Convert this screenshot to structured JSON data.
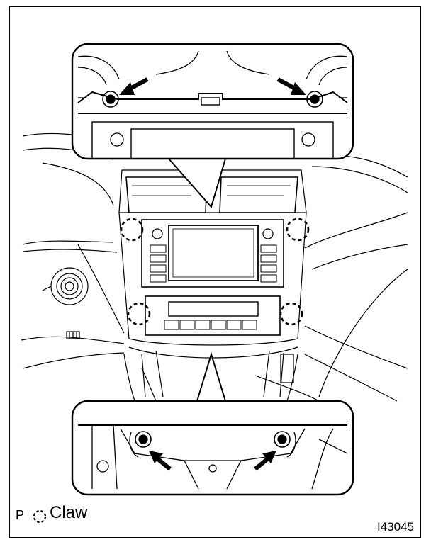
{
  "figure": {
    "id_code": "I43045"
  },
  "legend": {
    "prefix": "P",
    "symbol_icon": "dashed-circle-icon",
    "label": "Claw"
  },
  "colors": {
    "line": "#000000",
    "background": "#ffffff"
  }
}
